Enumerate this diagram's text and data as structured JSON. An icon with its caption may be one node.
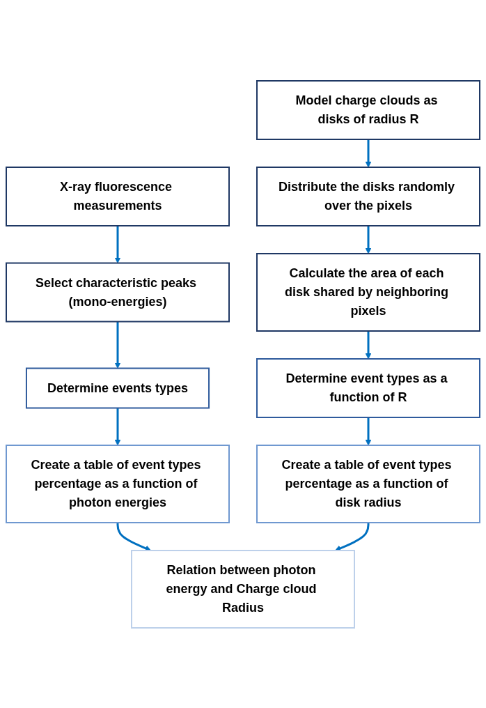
{
  "diagram": {
    "nodes": [
      {
        "text": [
          "X-ray fluorescence measurements"
        ]
      },
      {
        "text": [
          "Select characteristic peaks (mono-energies)"
        ]
      },
      {
        "text": [
          "Determine events types"
        ]
      },
      {
        "text": [
          "Create a table of event types percentage as a function of photon energies"
        ]
      },
      {
        "text": [
          "Model charge clouds as disks of radius R"
        ]
      },
      {
        "text": [
          "Distribute the disks randomly over the pixels"
        ]
      },
      {
        "text": [
          "Calculate the area of each disk shared by neighboring pixels"
        ]
      },
      {
        "text": [
          "Determine event types as a function of R"
        ]
      },
      {
        "text": [
          "Create a table of event types percentage as a function of disk radius"
        ]
      },
      {
        "text": [
          "Relation between photon energy and Charge cloud Radius"
        ]
      }
    ],
    "edges": [
      {
        "from": 0,
        "to": 1,
        "arrow": "to"
      },
      {
        "from": 1,
        "to": 2,
        "arrow": "to"
      },
      {
        "from": 2,
        "to": 3,
        "arrow": "to"
      },
      {
        "from": 3,
        "to": 9,
        "arrow": "to"
      },
      {
        "from": 4,
        "to": 5,
        "arrow": "to"
      },
      {
        "from": 5,
        "to": 6,
        "arrow": "to"
      },
      {
        "from": 6,
        "to": 7,
        "arrow": "to"
      },
      {
        "from": 7,
        "to": 8,
        "arrow": "to"
      },
      {
        "from": 8,
        "to": 9,
        "arrow": "to"
      }
    ]
  }
}
